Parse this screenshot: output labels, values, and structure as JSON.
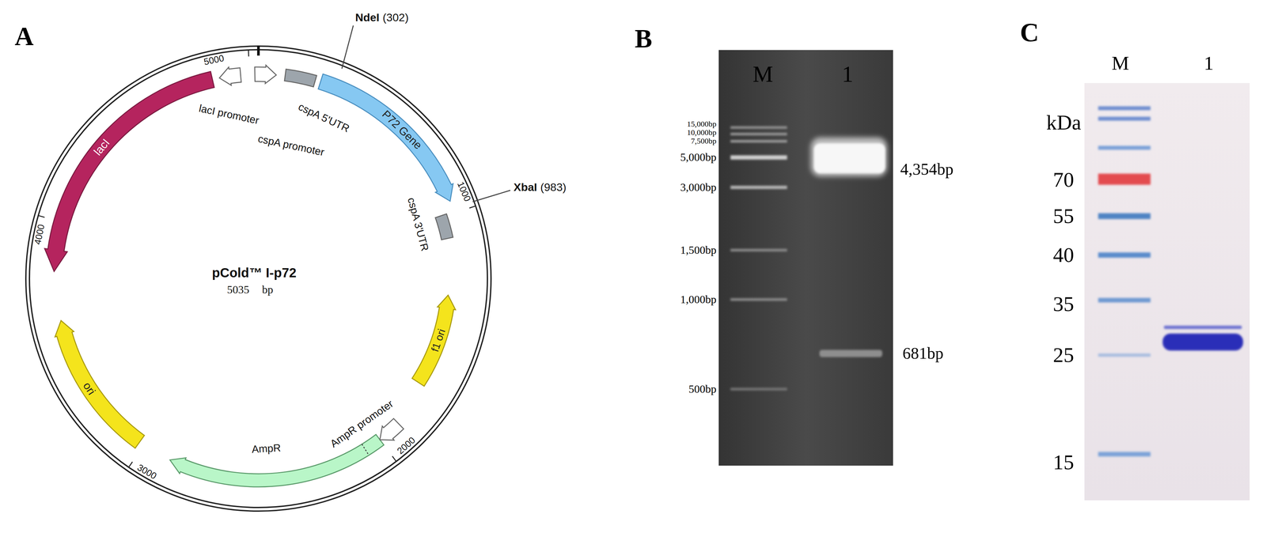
{
  "diagram": {
    "labels": [
      "A",
      "NdeI",
      "(302)",
      "5000",
      "lacI promoter",
      "cspA promoter",
      "cspA 5'UTR",
      "P72 Gene",
      "lacI",
      "XbaI",
      "(983)",
      "1000",
      "cspA 3'UTR",
      "4000",
      "pCold™ I-p72",
      "5035",
      "bp",
      "ori",
      "f1 ori",
      "AmpR promoter",
      "2000",
      "AmpR",
      "3000",
      "B",
      "M",
      "1",
      "15,000bp",
      "10,000bp",
      "7,500bp",
      "5,000bp",
      "3,000bp",
      "1,500bp",
      "1,000bp",
      "500bp",
      "4,354bp",
      "681bp",
      "C",
      "M",
      "1",
      "kDa",
      "70",
      "55",
      "40",
      "35",
      "25",
      "15"
    ]
  }
}
